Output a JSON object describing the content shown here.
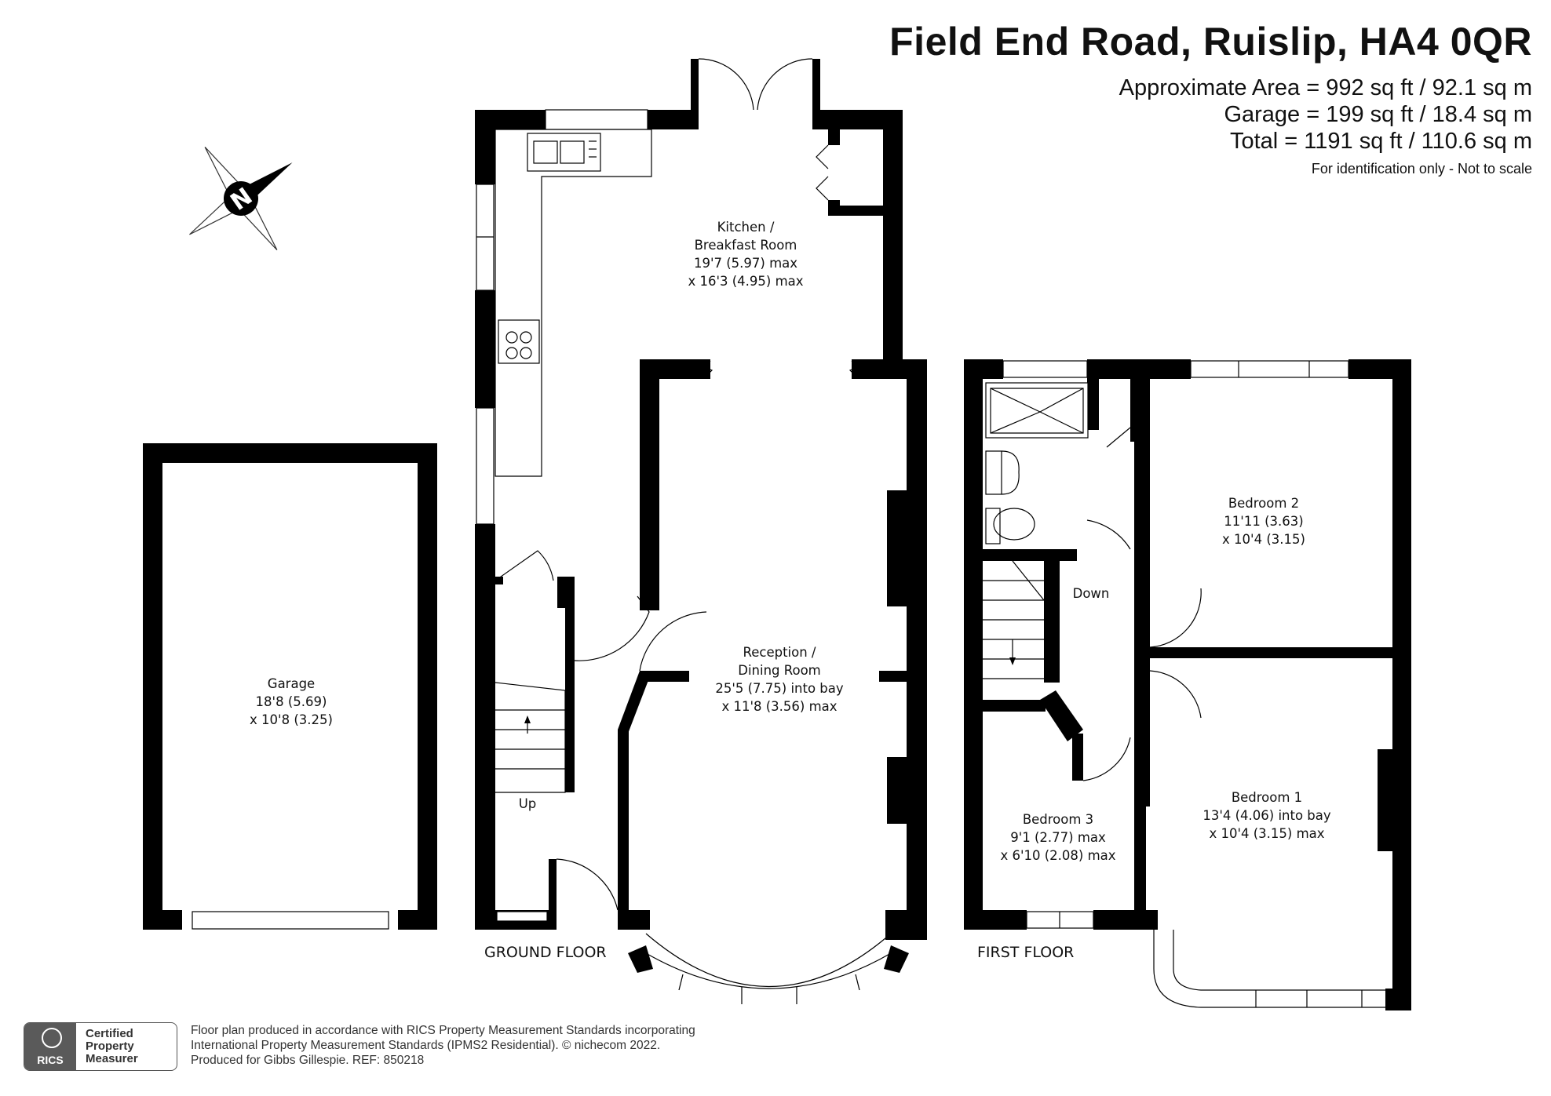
{
  "header": {
    "title": "Field End Road, Ruislip, HA4 0QR",
    "areas": [
      "Approximate Area = 992 sq ft / 92.1 sq m",
      "Garage = 199 sq ft / 18.4 sq m",
      "Total = 1191 sq ft / 110.6 sq m"
    ],
    "disclaimer": "For identification only - Not to scale"
  },
  "compass": {
    "letter": "N"
  },
  "rooms": {
    "kitchen": [
      "Kitchen /",
      "Breakfast Room",
      "19'7 (5.97) max",
      "x 16'3 (4.95) max"
    ],
    "garage": [
      "Garage",
      "18'8 (5.69)",
      "x 10'8 (3.25)"
    ],
    "reception": [
      "Reception /",
      "Dining Room",
      "25'5 (7.75) into bay",
      "x 11'8 (3.56) max"
    ],
    "bedroom2": [
      "Bedroom 2",
      "11'11 (3.63)",
      "x 10'4 (3.15)"
    ],
    "bedroom1": [
      "Bedroom 1",
      "13'4 (4.06) into bay",
      "x 10'4 (3.15) max"
    ],
    "bedroom3": [
      "Bedroom 3",
      "9'1 (2.77) max",
      "x 6'10 (2.08) max"
    ]
  },
  "stairs": {
    "up": "Up",
    "down": "Down"
  },
  "floors": {
    "ground": "GROUND FLOOR",
    "first": "FIRST FLOOR"
  },
  "footer": {
    "lines": [
      "Floor plan produced in accordance with RICS Property Measurement Standards incorporating",
      "International Property Measurement Standards (IPMS2 Residential).   © nichecom 2022.",
      "Produced for Gibbs Gillespie.   REF:  850218"
    ],
    "badge_org": "RICS",
    "badge_lines": [
      "Certified",
      "Property",
      "Measurer"
    ]
  }
}
